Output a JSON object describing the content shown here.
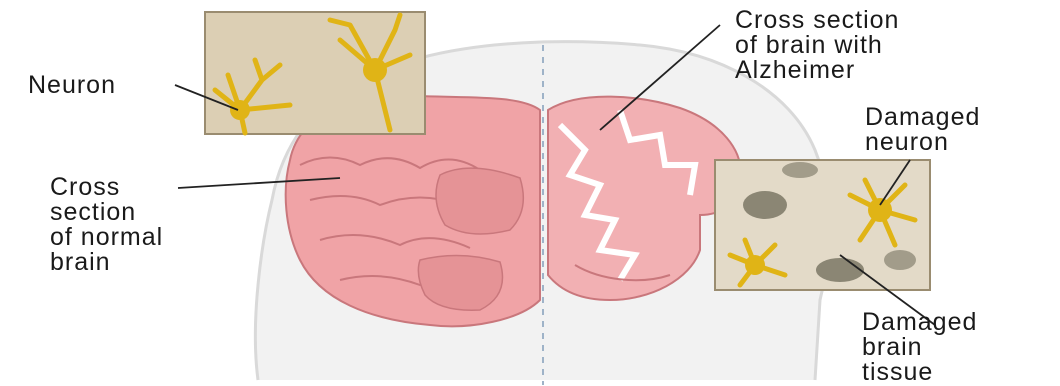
{
  "labels": {
    "neuron": [
      "Neuron"
    ],
    "normal_brain": [
      "Cross",
      "section",
      "of normal",
      "brain"
    ],
    "alzheimer_brain": [
      "Cross section",
      "of brain with",
      "Alzheimer"
    ],
    "damaged_neuron": [
      "Damaged",
      "neuron"
    ],
    "damaged_tissue": [
      "Damaged",
      "brain",
      "tissue"
    ]
  },
  "colors": {
    "head_outline": "#d9d9d9",
    "brain_pink": "#f0a3a6",
    "brain_dark": "#c9777c",
    "inset_bg": "#dccfb4",
    "neuron_yellow": "#e0b416",
    "plaque": "#6e6a58",
    "leader_line": "#222222"
  }
}
